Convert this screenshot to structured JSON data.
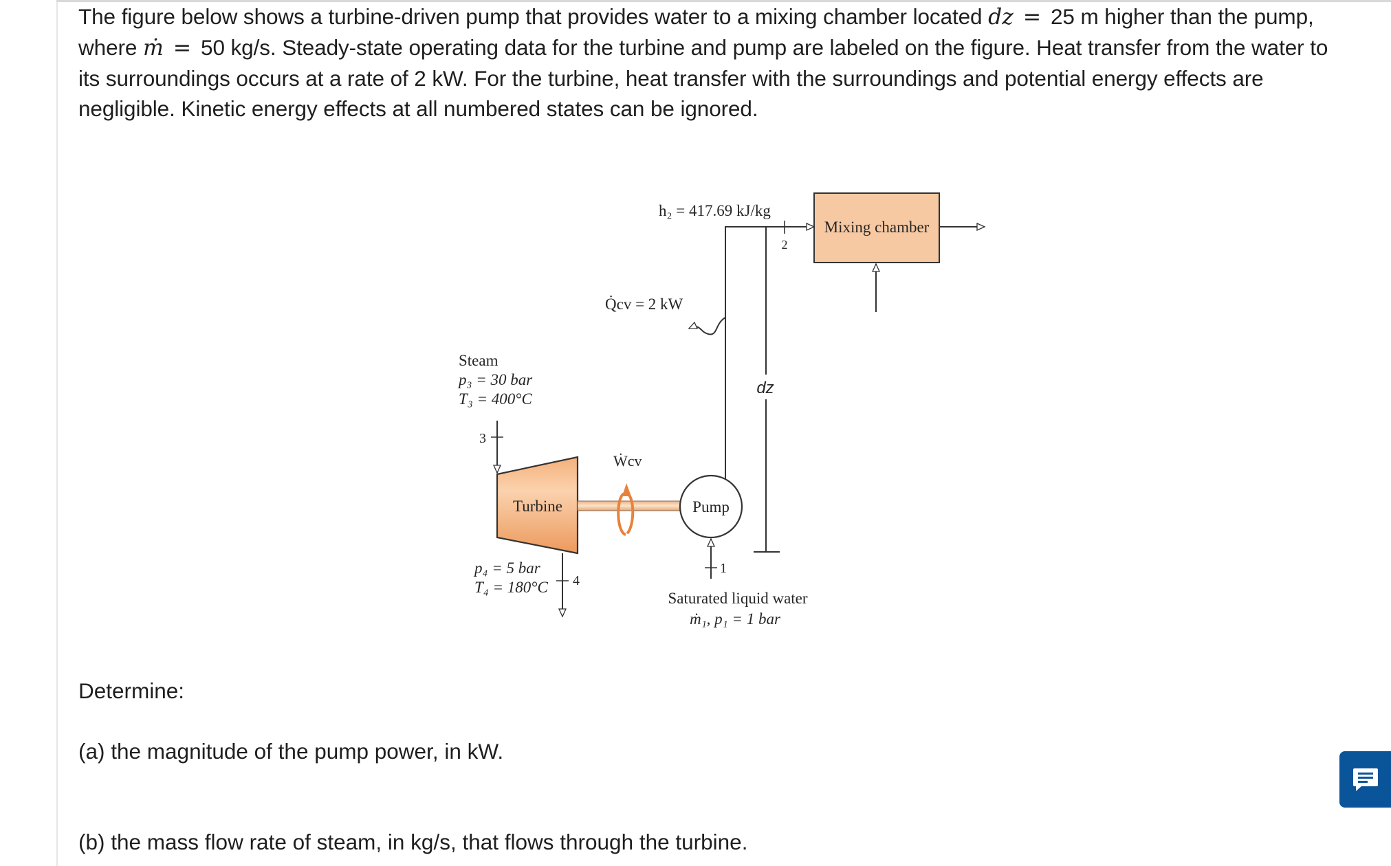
{
  "problem": {
    "line1a": "The figure below shows a turbine-driven pump that provides water to a mixing chamber located ",
    "dz_symbol": "dz",
    "equals": "=",
    "line1b": "25 m higher than the pump,",
    "line2a": "where ",
    "mdot_symbol": "ṁ",
    "line2b": "50 kg/s. Steady-state operating data for the turbine and pump are labeled on the figure. Heat transfer from the water to",
    "line3": "its surroundings occurs at a rate of 2 kW. For the turbine, heat transfer with the surroundings and potential energy effects are",
    "line4": "negligible. Kinetic energy effects at all numbered states can be ignored."
  },
  "determine": "Determine:",
  "part_a": "(a) the magnitude of the pump power, in kW.",
  "part_b": "(b) the mass flow rate of steam, in kg/s, that flows through the turbine.",
  "figure": {
    "h2": "h₂ = 417.69 kJ/kg",
    "state2": "2",
    "mixing_chamber": "Mixing chamber",
    "qcv": "Q̇cv = 2 kW",
    "steam": "Steam",
    "p3": "p₃ = 30 bar",
    "t3": "T₃ = 400°C",
    "state3": "3",
    "wcv": "Ẇcv",
    "turbine": "Turbine",
    "pump": "Pump",
    "dz": "dz",
    "p4": "p₄ = 5 bar",
    "t4": "T₄ = 180°C",
    "state4": "4",
    "state1": "1",
    "sat_liquid": "Saturated liquid water",
    "state1_props": "ṁ₁, p₁ = 1 bar"
  },
  "colors": {
    "turbine_fill": "#f0a46c",
    "chamber_fill": "#f7c9a2",
    "shaft_fill": "#f4c9a0",
    "widget_blue": "#0a5499"
  },
  "icons": {
    "chat": "chat-icon"
  }
}
